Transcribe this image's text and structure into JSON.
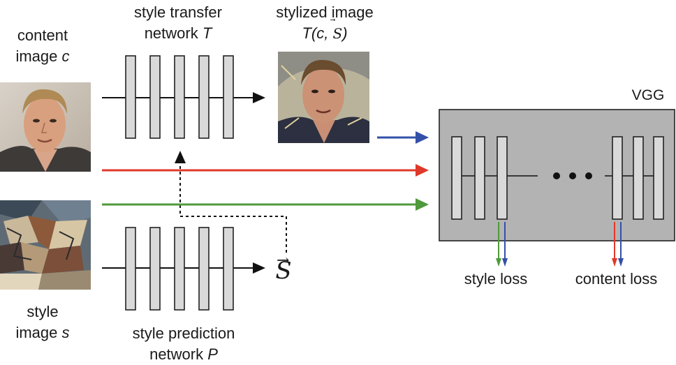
{
  "labels": {
    "content_image": {
      "line1": "content",
      "line2_text": "image ",
      "line2_var": "c"
    },
    "style_image": {
      "line1": "style",
      "line2_text": "image ",
      "line2_var": "s"
    },
    "transfer_network": {
      "line1": "style transfer",
      "line2_text": "network ",
      "line2_var": "T"
    },
    "prediction_network": {
      "line1": "style prediction",
      "line2_text": "network ",
      "line2_var": "P"
    },
    "stylized_image": {
      "line1": "stylized image",
      "line2_prefix": "T(c, ",
      "line2_symbol": "S",
      "line2_suffix": ")"
    },
    "style_vector": {
      "symbol": "S"
    },
    "vgg": {
      "title": "VGG"
    },
    "losses": {
      "style": "style loss",
      "content": "content loss"
    }
  },
  "colors": {
    "blue": "#3350a8",
    "red": "#e0382a",
    "green": "#4f9a3c",
    "layer_fill": "#d9d9d9",
    "vgg_fill": "#b3b3b3"
  },
  "icons": {
    "content_image": "portrait-photo",
    "style_image": "cubist-painting",
    "stylized_image": "stylized-portrait"
  }
}
